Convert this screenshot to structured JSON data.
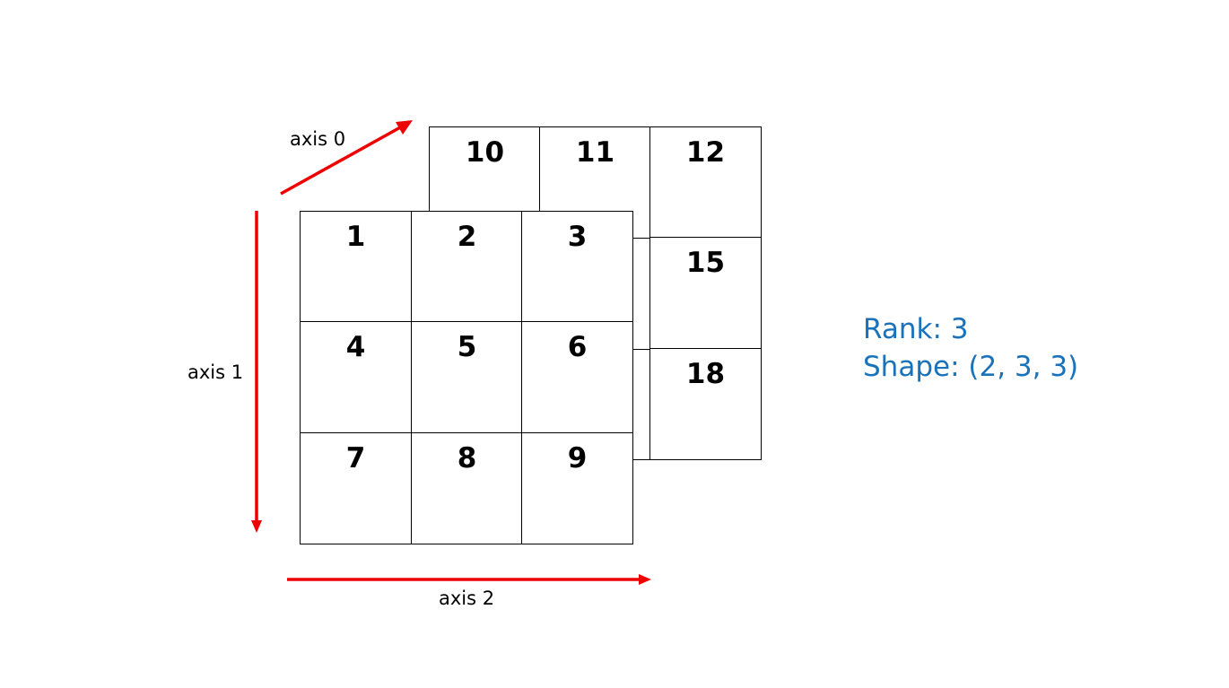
{
  "back_slice": {
    "values": [
      "10",
      "11",
      "12",
      "15",
      "18"
    ]
  },
  "front_slice": {
    "values": [
      "1",
      "2",
      "3",
      "4",
      "5",
      "6",
      "7",
      "8",
      "9"
    ]
  },
  "axes": {
    "axis0": "axis 0",
    "axis1": "axis 1",
    "axis2": "axis 2"
  },
  "info": {
    "rank": "Rank: 3",
    "shape": "Shape: (2, 3, 3)"
  },
  "colors": {
    "arrow": "#ee0000",
    "info_text": "#1a72bb",
    "grid": "#000000"
  }
}
